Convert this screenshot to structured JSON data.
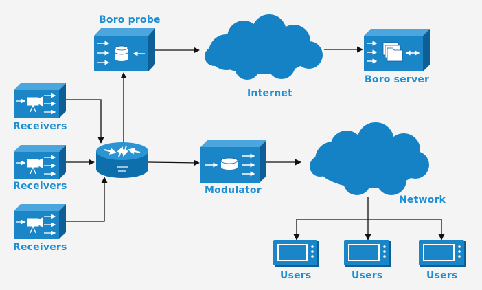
{
  "labels": {
    "boro_probe": "Boro probe",
    "internet": "Internet",
    "boro_server": "Boro server",
    "receivers_1": "Receivers",
    "receivers_2": "Receivers",
    "receivers_3": "Receivers",
    "modulator": "Modulator",
    "network": "Network",
    "users_1": "Users",
    "users_2": "Users",
    "users_3": "Users"
  },
  "colors": {
    "background": "#f4f4f4",
    "device_front": "#1a86c8",
    "device_top": "#4aa6dc",
    "device_side": "#0e5f95",
    "cloud": "#1582c5",
    "label": "#1a8fd6",
    "connector": "#111111"
  }
}
